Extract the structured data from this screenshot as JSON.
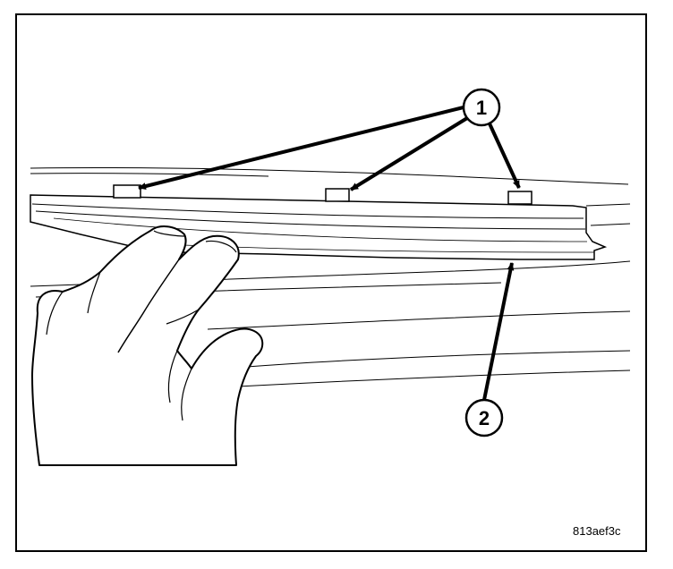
{
  "callouts": [
    {
      "label": "1"
    },
    {
      "label": "2"
    }
  ],
  "figure_id": "813aef3c",
  "colors": {
    "ink": "#000000",
    "paper": "#ffffff"
  }
}
